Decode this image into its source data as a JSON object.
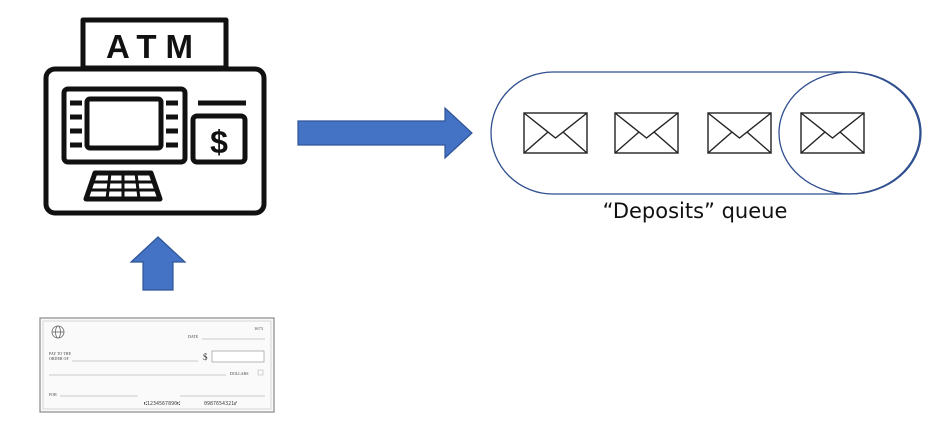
{
  "atm": {
    "sign": "ATM",
    "currency_symbol": "$"
  },
  "queue": {
    "label": "“Deposits” queue",
    "message_count": 4,
    "envelope_icon": "envelope-icon"
  },
  "check": {
    "number": "1673",
    "date_label": "DATE",
    "pay_to_line1": "PAY TO THE",
    "pay_to_line2": "ORDER OF",
    "dollar_sign": "$",
    "dollars_label": "DOLLARS",
    "for_label": "FOR",
    "routing": "⑆1234567890⑆",
    "account": "0987654321⑈"
  },
  "colors": {
    "arrow": "#4472C4",
    "arrow_outline": "#2F5597",
    "queue_outline": "#2F4F8F",
    "icon": "#111111"
  }
}
